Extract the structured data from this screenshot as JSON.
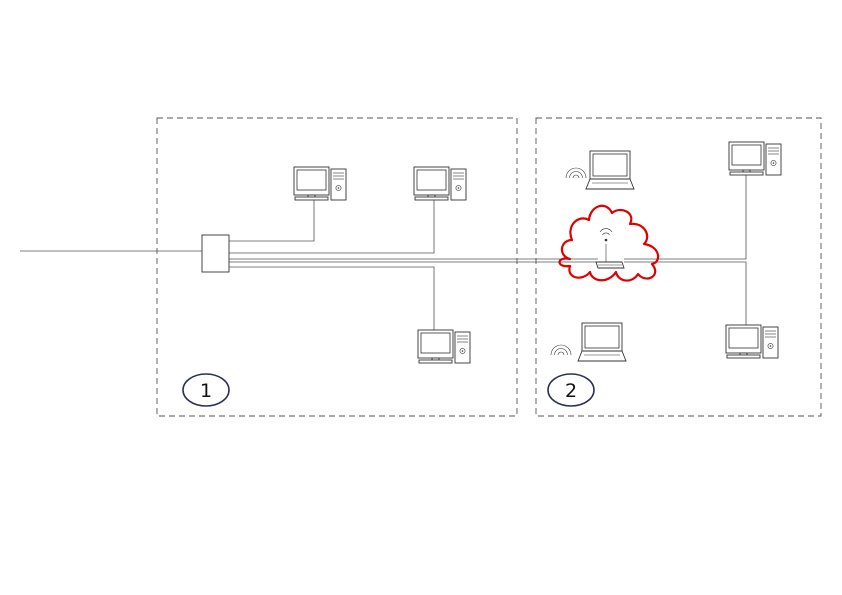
{
  "zones": [
    {
      "id": "zone-1",
      "label": "1"
    },
    {
      "id": "zone-2",
      "label": "2"
    }
  ],
  "colors": {
    "line": "#555555",
    "device": "#333333",
    "cloud": "#e00000",
    "label_circle": "#2a3158"
  },
  "icons": {
    "desktop": "desktop-computer-icon",
    "laptop": "laptop-icon",
    "router": "wireless-router-icon",
    "switch": "network-switch-icon",
    "cloud": "wireless-cloud-icon",
    "signal": "wifi-signal-icon"
  }
}
